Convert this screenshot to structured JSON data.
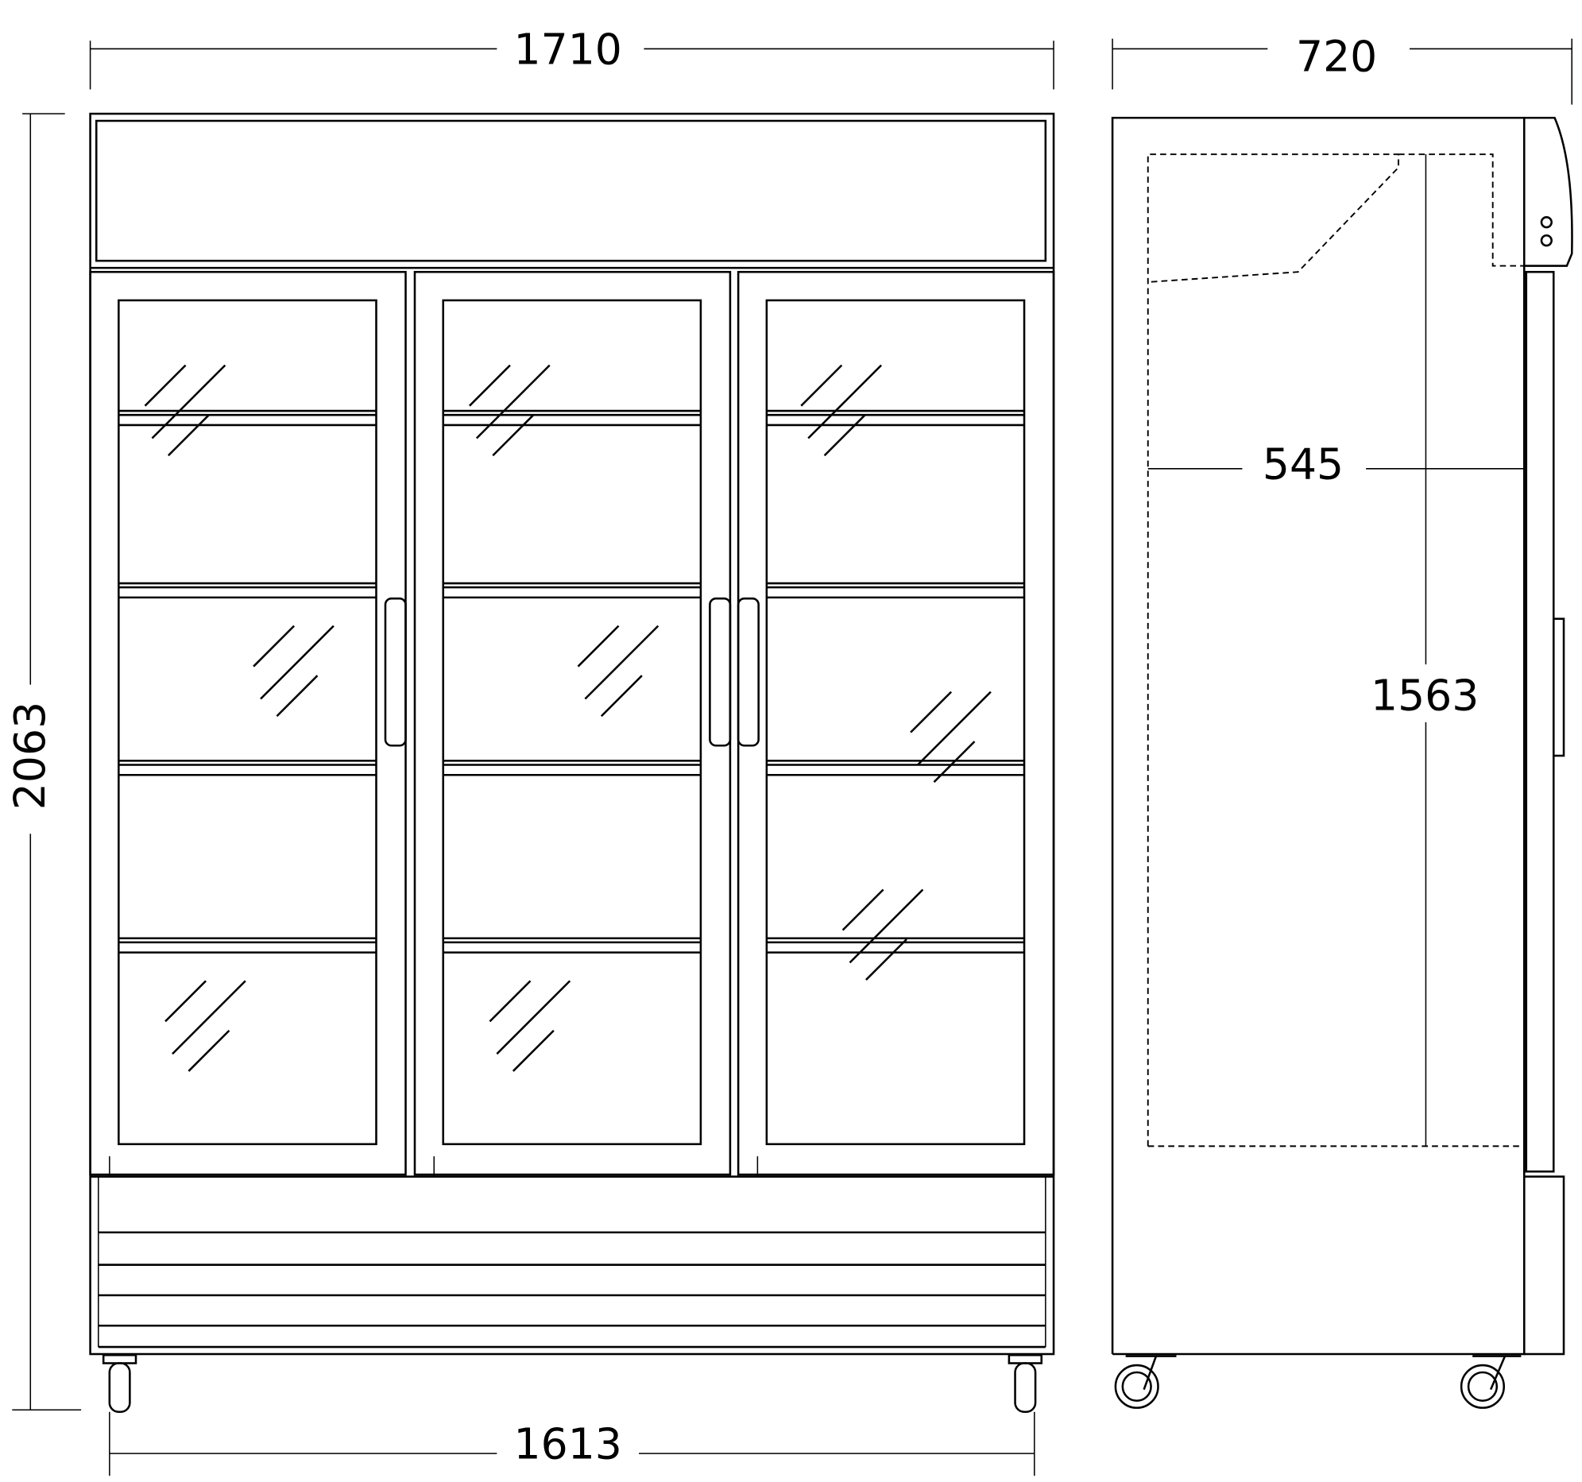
{
  "dimensions": {
    "front_width": "1710",
    "front_height": "2063",
    "wheelbase_width": "1613",
    "side_depth": "720",
    "interior_depth": "545",
    "interior_height": "1563"
  },
  "colors": {
    "line": "#000000",
    "background": "#ffffff"
  }
}
